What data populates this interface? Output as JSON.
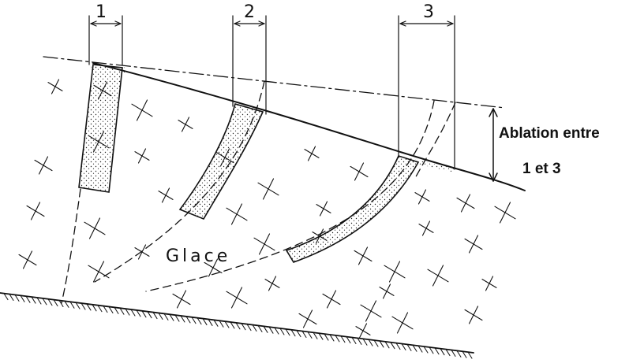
{
  "stakes": [
    {
      "number": "1"
    },
    {
      "number": "2"
    },
    {
      "number": "3"
    }
  ],
  "ice_label": "Glace",
  "ablation_label": {
    "line1": "Ablation  entre",
    "line2": "1 et 3"
  }
}
